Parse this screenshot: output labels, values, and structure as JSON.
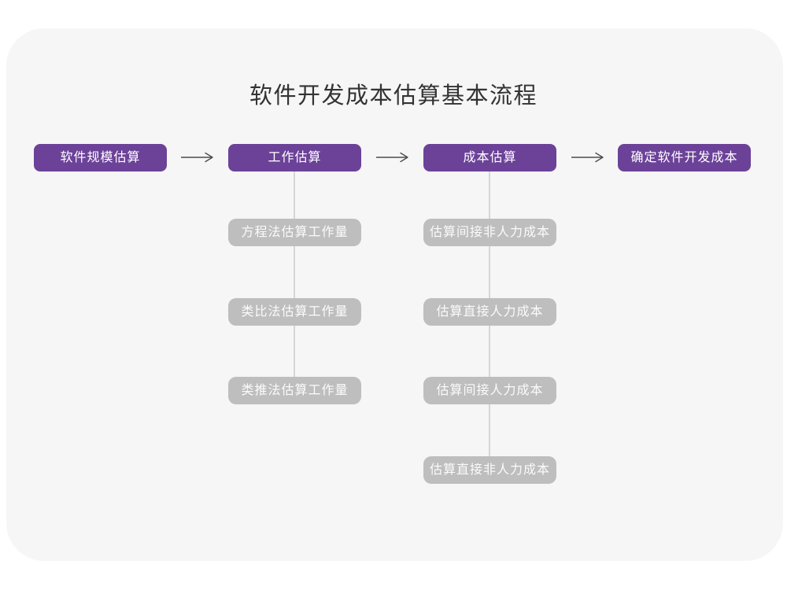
{
  "title": "软件开发成本估算基本流程",
  "main_flow": [
    "软件规模估算",
    "工作估算",
    "成本估算",
    "确定软件开发成本"
  ],
  "work_estimation_methods": [
    "方程法估算工作量",
    "类比法估算工作量",
    "类推法估算工作量"
  ],
  "cost_estimation_items": [
    "估算间接非人力成本",
    "估算直接人力成本",
    "估算间接人力成本",
    "估算直接非人力成本"
  ],
  "colors": {
    "primary_node": "#6c4299",
    "secondary_node": "#bebebe",
    "node_text": "#ffffff",
    "connector_line": "#d6d6d6",
    "arrow": "#4d4d4d",
    "title_text": "#333333",
    "card_background": "#f6f6f6",
    "page_background": "#ffffff"
  }
}
